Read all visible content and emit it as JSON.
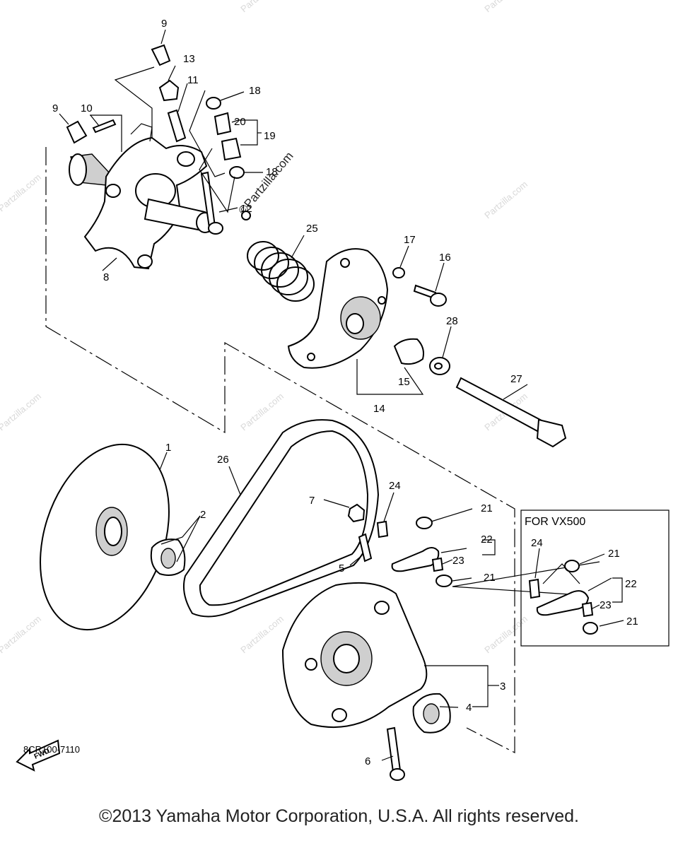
{
  "diagram_code": "8CR100-7110",
  "copyright": "©2013 Yamaha Motor Corporation, U.S.A. All rights reserved.",
  "watermark": "Partzilla.com",
  "watermark_center": "©Partzilla.com",
  "inset_title": "FOR VX500",
  "fwd_label": "FWD",
  "callouts": {
    "c1": "1",
    "c2": "2",
    "c3": "3",
    "c4": "4",
    "c5": "5",
    "c6": "6",
    "c7": "7",
    "c8": "8",
    "c9a": "9",
    "c9b": "9",
    "c10": "10",
    "c11": "11",
    "c12": "12",
    "c13": "13",
    "c14": "14",
    "c15": "15",
    "c16": "16",
    "c17": "17",
    "c18a": "18",
    "c18b": "18",
    "c19": "19",
    "c20": "20",
    "c21a": "21",
    "c21b": "21",
    "c21c": "21",
    "c21d": "21",
    "c22a": "22",
    "c22b": "22",
    "c23a": "23",
    "c23b": "23",
    "c24a": "24",
    "c24b": "24",
    "c25": "25",
    "c26": "26",
    "c27": "27",
    "c28": "28"
  }
}
